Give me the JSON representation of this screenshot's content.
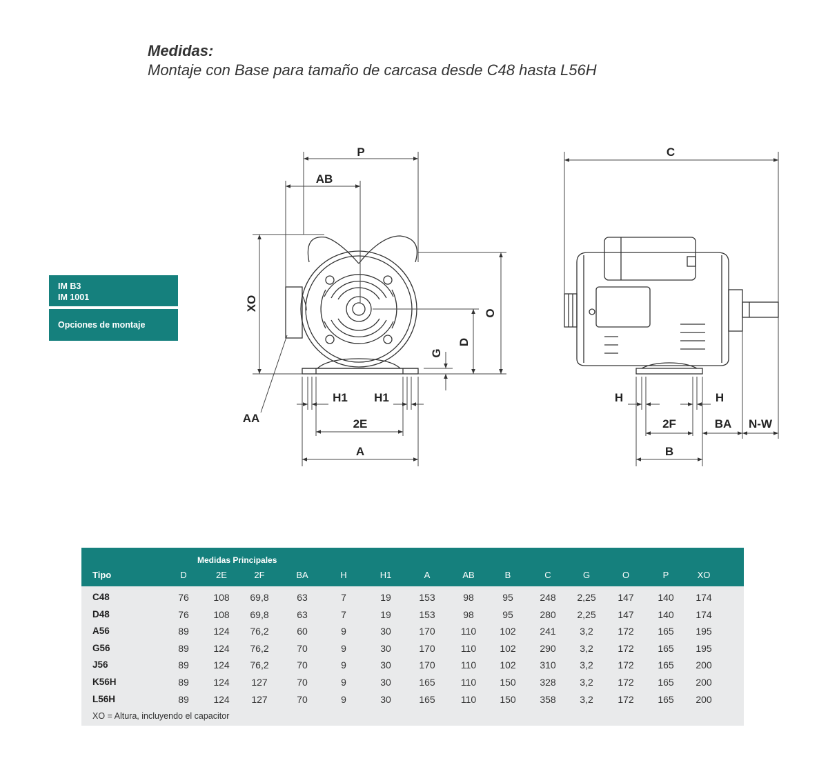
{
  "heading": {
    "title": "Medidas:",
    "subtitle": "Montaje con Base para tamaño de carcasa desde C48 hasta L56H"
  },
  "sidebar": {
    "mount_code_1": "IM B3",
    "mount_code_2": "IM 1001",
    "options_label": "Opciones de montaje"
  },
  "diagram_labels": {
    "P": "P",
    "AB": "AB",
    "XO": "XO",
    "O": "O",
    "D": "D",
    "G": "G",
    "AA": "AA",
    "H1_left": "H1",
    "H1_right": "H1",
    "E2": "2E",
    "A": "A",
    "C": "C",
    "H_left": "H",
    "H_right": "H",
    "F2": "2F",
    "BA": "BA",
    "NW": "N-W",
    "B": "B"
  },
  "table": {
    "group_title": "Medidas Principales",
    "type_header": "Tipo",
    "columns": [
      "D",
      "2E",
      "2F",
      "BA",
      "H",
      "H1",
      "A",
      "AB",
      "B",
      "C",
      "G",
      "O",
      "P",
      "XO"
    ],
    "rows": [
      {
        "tipo": "C48",
        "values": [
          "76",
          "108",
          "69,8",
          "63",
          "7",
          "19",
          "153",
          "98",
          "95",
          "248",
          "2,25",
          "147",
          "140",
          "174"
        ]
      },
      {
        "tipo": "D48",
        "values": [
          "76",
          "108",
          "69,8",
          "63",
          "7",
          "19",
          "153",
          "98",
          "95",
          "280",
          "2,25",
          "147",
          "140",
          "174"
        ]
      },
      {
        "tipo": "A56",
        "values": [
          "89",
          "124",
          "76,2",
          "60",
          "9",
          "30",
          "170",
          "110",
          "102",
          "241",
          "3,2",
          "172",
          "165",
          "195"
        ]
      },
      {
        "tipo": "G56",
        "values": [
          "89",
          "124",
          "76,2",
          "70",
          "9",
          "30",
          "170",
          "110",
          "102",
          "290",
          "3,2",
          "172",
          "165",
          "195"
        ]
      },
      {
        "tipo": "J56",
        "values": [
          "89",
          "124",
          "76,2",
          "70",
          "9",
          "30",
          "170",
          "110",
          "102",
          "310",
          "3,2",
          "172",
          "165",
          "200"
        ]
      },
      {
        "tipo": "K56H",
        "values": [
          "89",
          "124",
          "127",
          "70",
          "9",
          "30",
          "165",
          "110",
          "150",
          "328",
          "3,2",
          "172",
          "165",
          "200"
        ]
      },
      {
        "tipo": "L56H",
        "values": [
          "89",
          "124",
          "127",
          "70",
          "9",
          "30",
          "165",
          "110",
          "150",
          "358",
          "3,2",
          "172",
          "165",
          "200"
        ]
      }
    ],
    "footnote": "XO = Altura, incluyendo el capacitor"
  }
}
